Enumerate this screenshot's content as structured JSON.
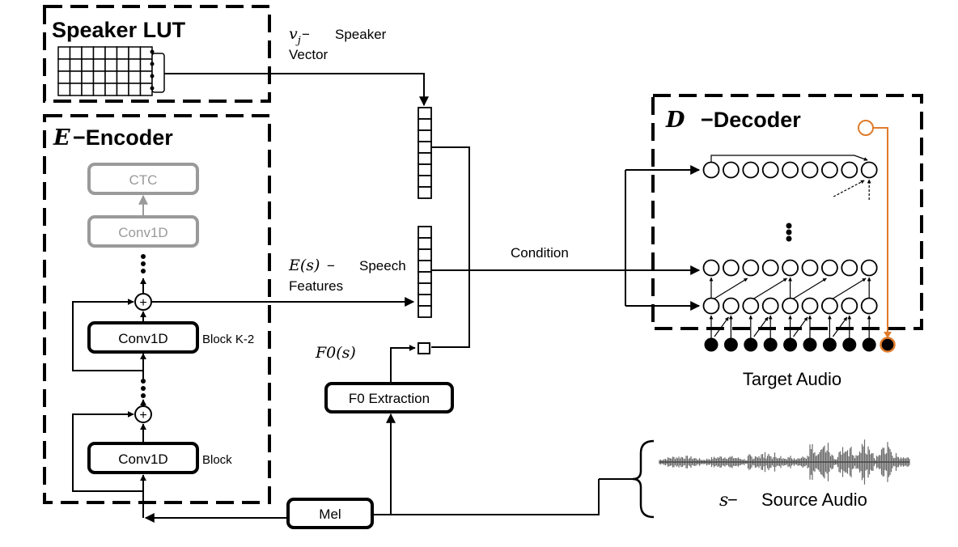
{
  "speaker_lut": {
    "title": "Speaker LUT"
  },
  "speaker_vector": {
    "symbol": "v",
    "subscript": "j",
    "dash": " − ",
    "line1": "Speaker",
    "line2": "Vector"
  },
  "encoder": {
    "symbol": "E",
    "title": "−Encoder",
    "ctc_label": "CTC",
    "conv_top_label": "Conv1D",
    "conv_mid_label": "Conv1D",
    "conv_bottom_label": "Conv1D",
    "block_mid_label": "Block K-2",
    "block_bottom_label": "Block",
    "plus_symbol": "+"
  },
  "speech_features": {
    "math": "E(s)",
    "dash": " − ",
    "line1": "Speech",
    "line2": "Features"
  },
  "f0": {
    "math": "F0(s)",
    "extraction_label": "F0 Extraction"
  },
  "condition_label": "Condition",
  "decoder": {
    "symbol": "D",
    "title": "−Decoder"
  },
  "target_audio_label": "Target Audio",
  "mel_label": "Mel",
  "source_audio": {
    "symbol": "s",
    "dash": " − ",
    "label": "Source Audio"
  },
  "colors": {
    "stroke": "#000000",
    "disabled": "#9a9a9a",
    "accent": "#e07b2a",
    "waveform": "#6b6b6b"
  }
}
